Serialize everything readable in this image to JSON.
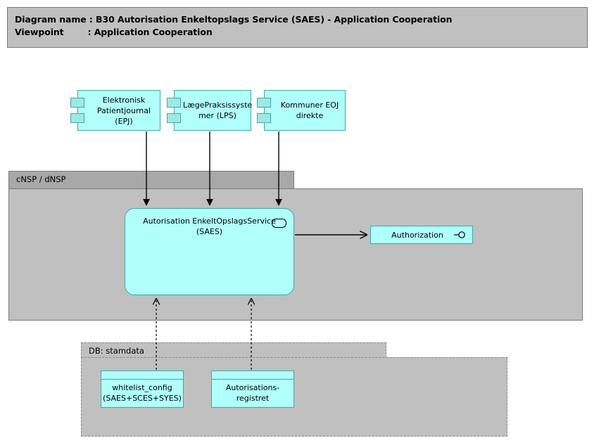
{
  "header": {
    "line1": "Diagram name : B30 Autorisation Enkeltopslags Service (SAES) - Application Cooperation",
    "line2": "Viewpoint        : Application Cooperation"
  },
  "components": [
    {
      "id": "epj",
      "label": "Elektronisk\nPatientjournal\n(EPJ)"
    },
    {
      "id": "lps",
      "label": "LægePraksissyste\nmer (LPS)"
    },
    {
      "id": "kommuner",
      "label": "Kommuner EOJ\ndirekte"
    }
  ],
  "groups": {
    "cnsp": {
      "label": "cNSP / dNSP"
    },
    "db": {
      "label": "DB: stamdata"
    }
  },
  "service": {
    "label": "Autorisation EnkeltOpslagsService\n(SAES)",
    "glyph": "service-rounded-icon"
  },
  "interface": {
    "label": "Authorization",
    "glyph": "provided-interface-lollipop-icon"
  },
  "data_objects": [
    {
      "id": "whitelist",
      "label": "whitelist_config\n(SAES+SCES+SYES)"
    },
    {
      "id": "autoreg",
      "label": "Autorisations-\nregistret"
    }
  ],
  "colors": {
    "component_fill": "#b0fffa",
    "component_stroke": "#3fa9a1",
    "group_fill": "#c0c0c0",
    "group_tab_fill": "#a8a8a8",
    "group_stroke": "#7a7a7a",
    "connector": "#000000",
    "canvas": "#ffffff"
  }
}
